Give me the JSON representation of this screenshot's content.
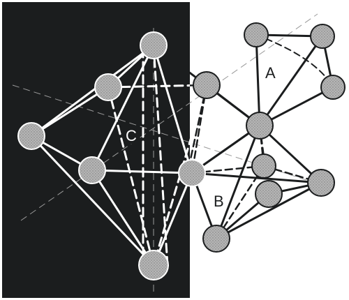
{
  "labels": {
    "a": "A",
    "b": "B",
    "c": "C"
  },
  "colors": {
    "dark_panel": "#1b1d1e",
    "light_bg": "#ffffff",
    "atom_fill": "#a9a9a9",
    "line_on_dark": "#ffffff",
    "line_on_light": "#1b1d1e"
  }
}
